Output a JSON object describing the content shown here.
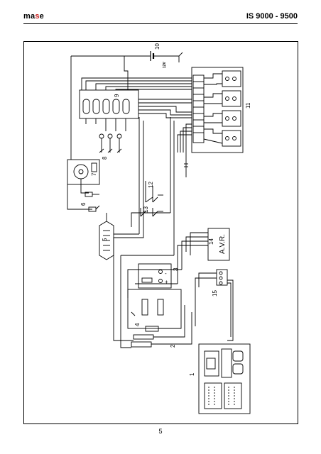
{
  "header": {
    "brand_prefix": "ma",
    "brand_accent": "s",
    "brand_suffix": "e",
    "model": "IS 9000 - 9500"
  },
  "footer": {
    "page_number": "5"
  },
  "diagram": {
    "labels": {
      "c1": "1",
      "c2": "2",
      "c3": "3",
      "c4": "4",
      "c5": "5",
      "c6": "6",
      "c7": "7",
      "c8": "8",
      "c9": "9",
      "c10": "10",
      "c11": "11",
      "c12": "12",
      "c13": "13",
      "c14": "14",
      "c15": "15",
      "battery_voltage": "12V",
      "avr": "A.V.R.",
      "plus": "+",
      "minus": "-"
    }
  },
  "colors": {
    "brand_accent": "#c81e1e",
    "ink": "#000000"
  }
}
